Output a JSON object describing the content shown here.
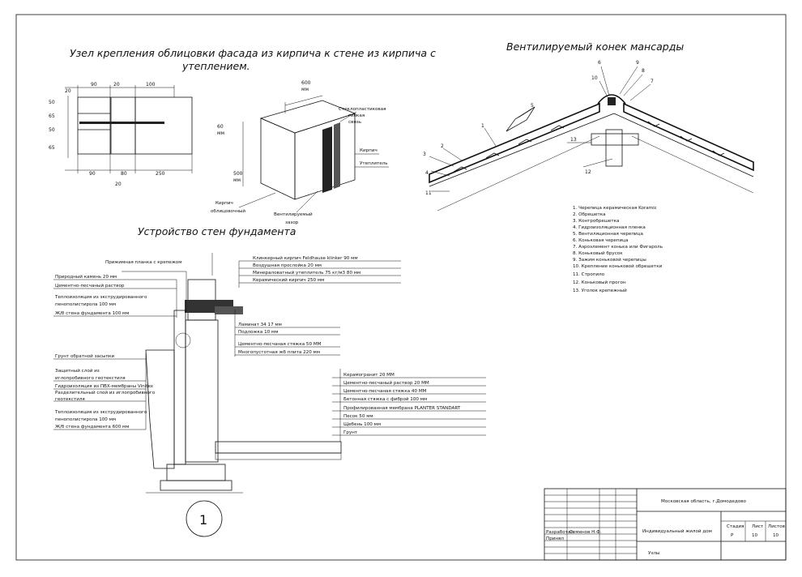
{
  "titles": {
    "facade_line1": "Узел крепления облицовки фасада из кирпича к стене из кирпича с",
    "facade_line2": "утеплением.",
    "foundation": "Устройство стен фундамента",
    "ridge": "Вентилируемый конек мансарды"
  },
  "facade_dims": {
    "top": [
      "90",
      "20",
      "100",
      "20"
    ],
    "bottom": [
      "90",
      "80",
      "250",
      "20"
    ],
    "left": [
      "50",
      "65",
      "50",
      "65"
    ]
  },
  "brick_block": {
    "dims": [
      "600",
      "60",
      "500",
      "",
      "мм"
    ],
    "labels": [
      "Стеклопластиковая",
      "гибкая",
      "связь",
      "Кирпич",
      "Утеплитель",
      "Кирпич",
      "облицовочный",
      "Вентилируемый",
      "зазор"
    ]
  },
  "foundation": {
    "plank_label": "Прижимная планка с крепежом",
    "section_mark": "1",
    "wall_layers": [
      "Клинкерный кирпич Feldhause klinker 90 мм",
      "Воздушная прослойка 20 мм",
      "Минераловатный утеплитель 75 кг/м3 80 мм",
      "Керамический кирпич 250 мм"
    ],
    "floor_layers": [
      "Ламинат 34 17 мм",
      "Подложка 10 мм",
      "Цементно-песчаная стяжка 50 ММ",
      "Многопустотная жб плита 220 мм"
    ],
    "basement_layers": [
      "Керамогранит 20 ММ",
      "Цементно-песчаный раствор 20 ММ",
      "Цементно-песчаная стяжка 40 ММ",
      "Бетонная стяжка с фиброй 100 мм",
      "Профилированная мембрана PLANTER STANDART",
      "Песок 50 мм",
      "Щебень 100 мм",
      "Грунт"
    ],
    "plinth_layers": [
      "Природный камень 20 мм",
      "Цементно-песчаный раствор",
      "Теплоизоляция из экструдированного",
      "пенополистирола 100 мм",
      "Ж/б стена фундамента 100 мм"
    ],
    "soil_layers": [
      "Грунт обратной засыпки",
      "Защитный слой из",
      "иглопробивного геотекстиля",
      "Гидроизоляция из ПВХ-мембраны Vinitex",
      "Разделительный слой из иглопробивного",
      "геотекстиля",
      "Теплоизоляция из экструдированного",
      "пенополистирола 100 мм",
      "Ж/б стена фундамента 600 мм"
    ]
  },
  "ridge": {
    "numbers": [
      "1",
      "2",
      "3",
      "4",
      "11",
      "5",
      "6",
      "9",
      "10",
      "8",
      "7",
      "13",
      "12"
    ],
    "legend": [
      "1. Черепица керамическая Koramic",
      "2. Обрешетка",
      "3. Контробрешетка",
      "4. Гидроизоляционная пленка",
      "5. Вентиляционная черепица",
      "6. Коньковая черепица",
      "7. Аэроэлемент конька или Фигароль",
      "8. Коньковый брусок",
      "9. Зажим коньковой черепицы",
      "10. Крепление коньковой обрешетки",
      "11. Стропило",
      "12. Коньковый прогон",
      "13. Уголок крепежный"
    ]
  },
  "title_block": {
    "location": "Московская область, г.Домодедово",
    "project": "Индивидуальный жилой дом",
    "sheet_name": "Узлы",
    "stage_label": "Стадия",
    "sheet_label": "Лист",
    "sheets_label": "Листов",
    "stage": "Р",
    "sheet": "10",
    "sheets": "10",
    "developed": "Разработал",
    "author": "Семенов Н.Ф.",
    "checked": "Принял"
  }
}
